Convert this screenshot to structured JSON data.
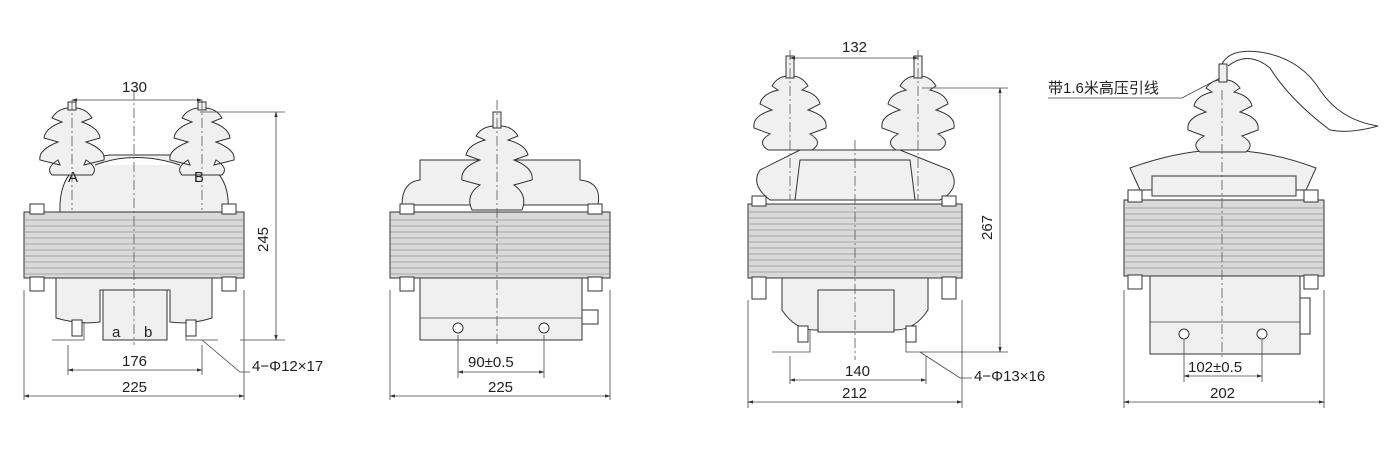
{
  "views": [
    {
      "id": "view1",
      "terminals": [
        "A",
        "B"
      ],
      "secondary_terminals": [
        "a",
        "b"
      ],
      "dim_top": "130",
      "dim_height": "245",
      "dim_mount": "176",
      "dim_width": "225",
      "hole_note": "4−Φ12×17"
    },
    {
      "id": "view2",
      "dim_mount": "90±0.5",
      "dim_width": "225"
    },
    {
      "id": "view3",
      "dim_top": "132",
      "dim_height": "267",
      "dim_mount": "140",
      "dim_width": "212",
      "hole_note": "4−Φ13×16"
    },
    {
      "id": "view4",
      "lead_note": "带1.6米高压引线",
      "dim_mount": "102±0.5",
      "dim_width": "202"
    }
  ]
}
